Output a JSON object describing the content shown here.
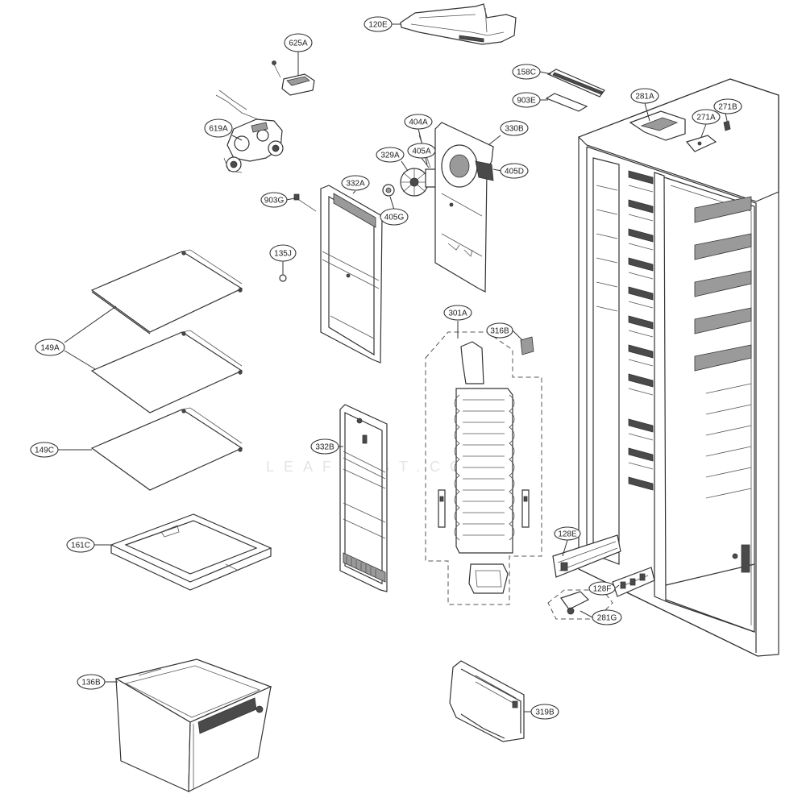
{
  "diagram": {
    "watermark": "LEAFBEST.COM",
    "callouts": {
      "c120E": "120E",
      "c625A": "625A",
      "c158C": "158C",
      "c903E": "903E",
      "c281A": "281A",
      "c271A": "271A",
      "c271B": "271B",
      "c619A": "619A",
      "c404A": "404A",
      "c330B": "330B",
      "c405A": "405A",
      "c329A": "329A",
      "c405D": "405D",
      "c332A": "332A",
      "c903G": "903G",
      "c405G": "405G",
      "c135J": "135J",
      "c149A": "149A",
      "c301A": "301A",
      "c316B": "316B",
      "c149C": "149C",
      "c332B": "332B",
      "c161C": "161C",
      "c128E": "128E",
      "c128F": "128F",
      "c281G": "281G",
      "c136B": "136B",
      "c319B": "319B"
    }
  }
}
